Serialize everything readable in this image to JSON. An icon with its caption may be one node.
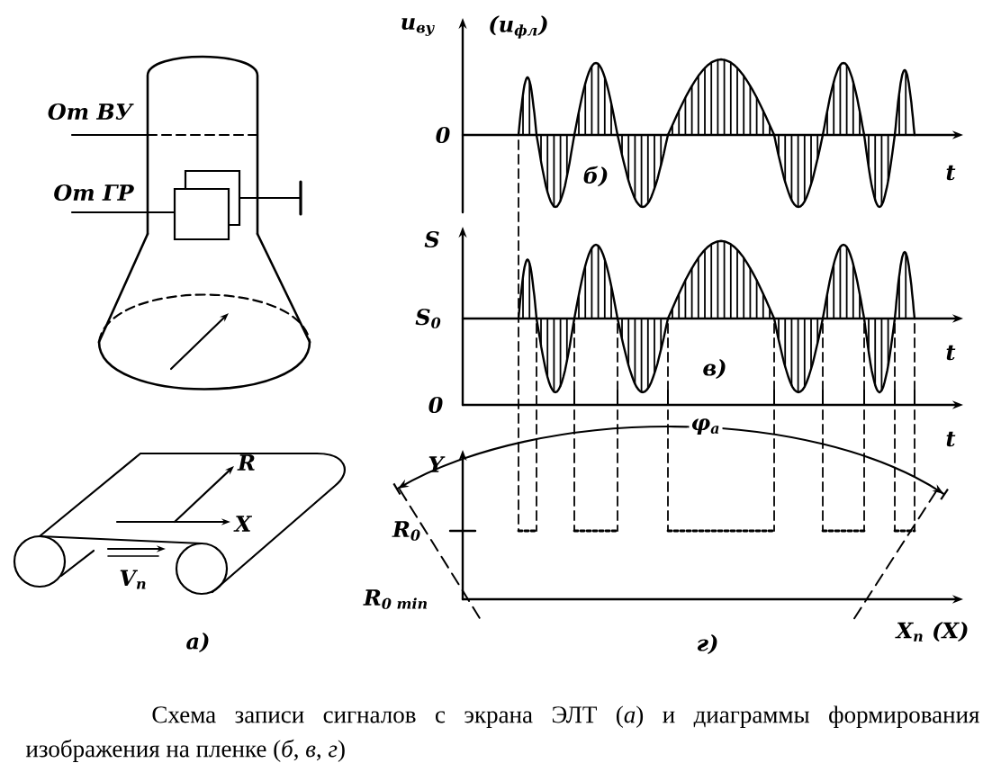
{
  "diagram": {
    "caption": "Схема записи сигналов с экрана ЭЛТ (*а*) и диаграммы формирования изображения на пленке (*б*, *в*, *г*)",
    "labels": [
      "От ВУ",
      "От ГР",
      "R",
      "X",
      "V$_{п}$",
      "а)",
      "u$_{ву}$",
      "(u$_{фл}$)",
      "0",
      "t",
      "б)",
      "S",
      "S$_{0}$",
      "0",
      "t",
      "в)",
      "φ$_{а}$",
      "t",
      "Y",
      "R$_{0}$",
      "R$_{0 min}$",
      "X$_{п}$ (X)",
      "г)"
    ]
  }
}
